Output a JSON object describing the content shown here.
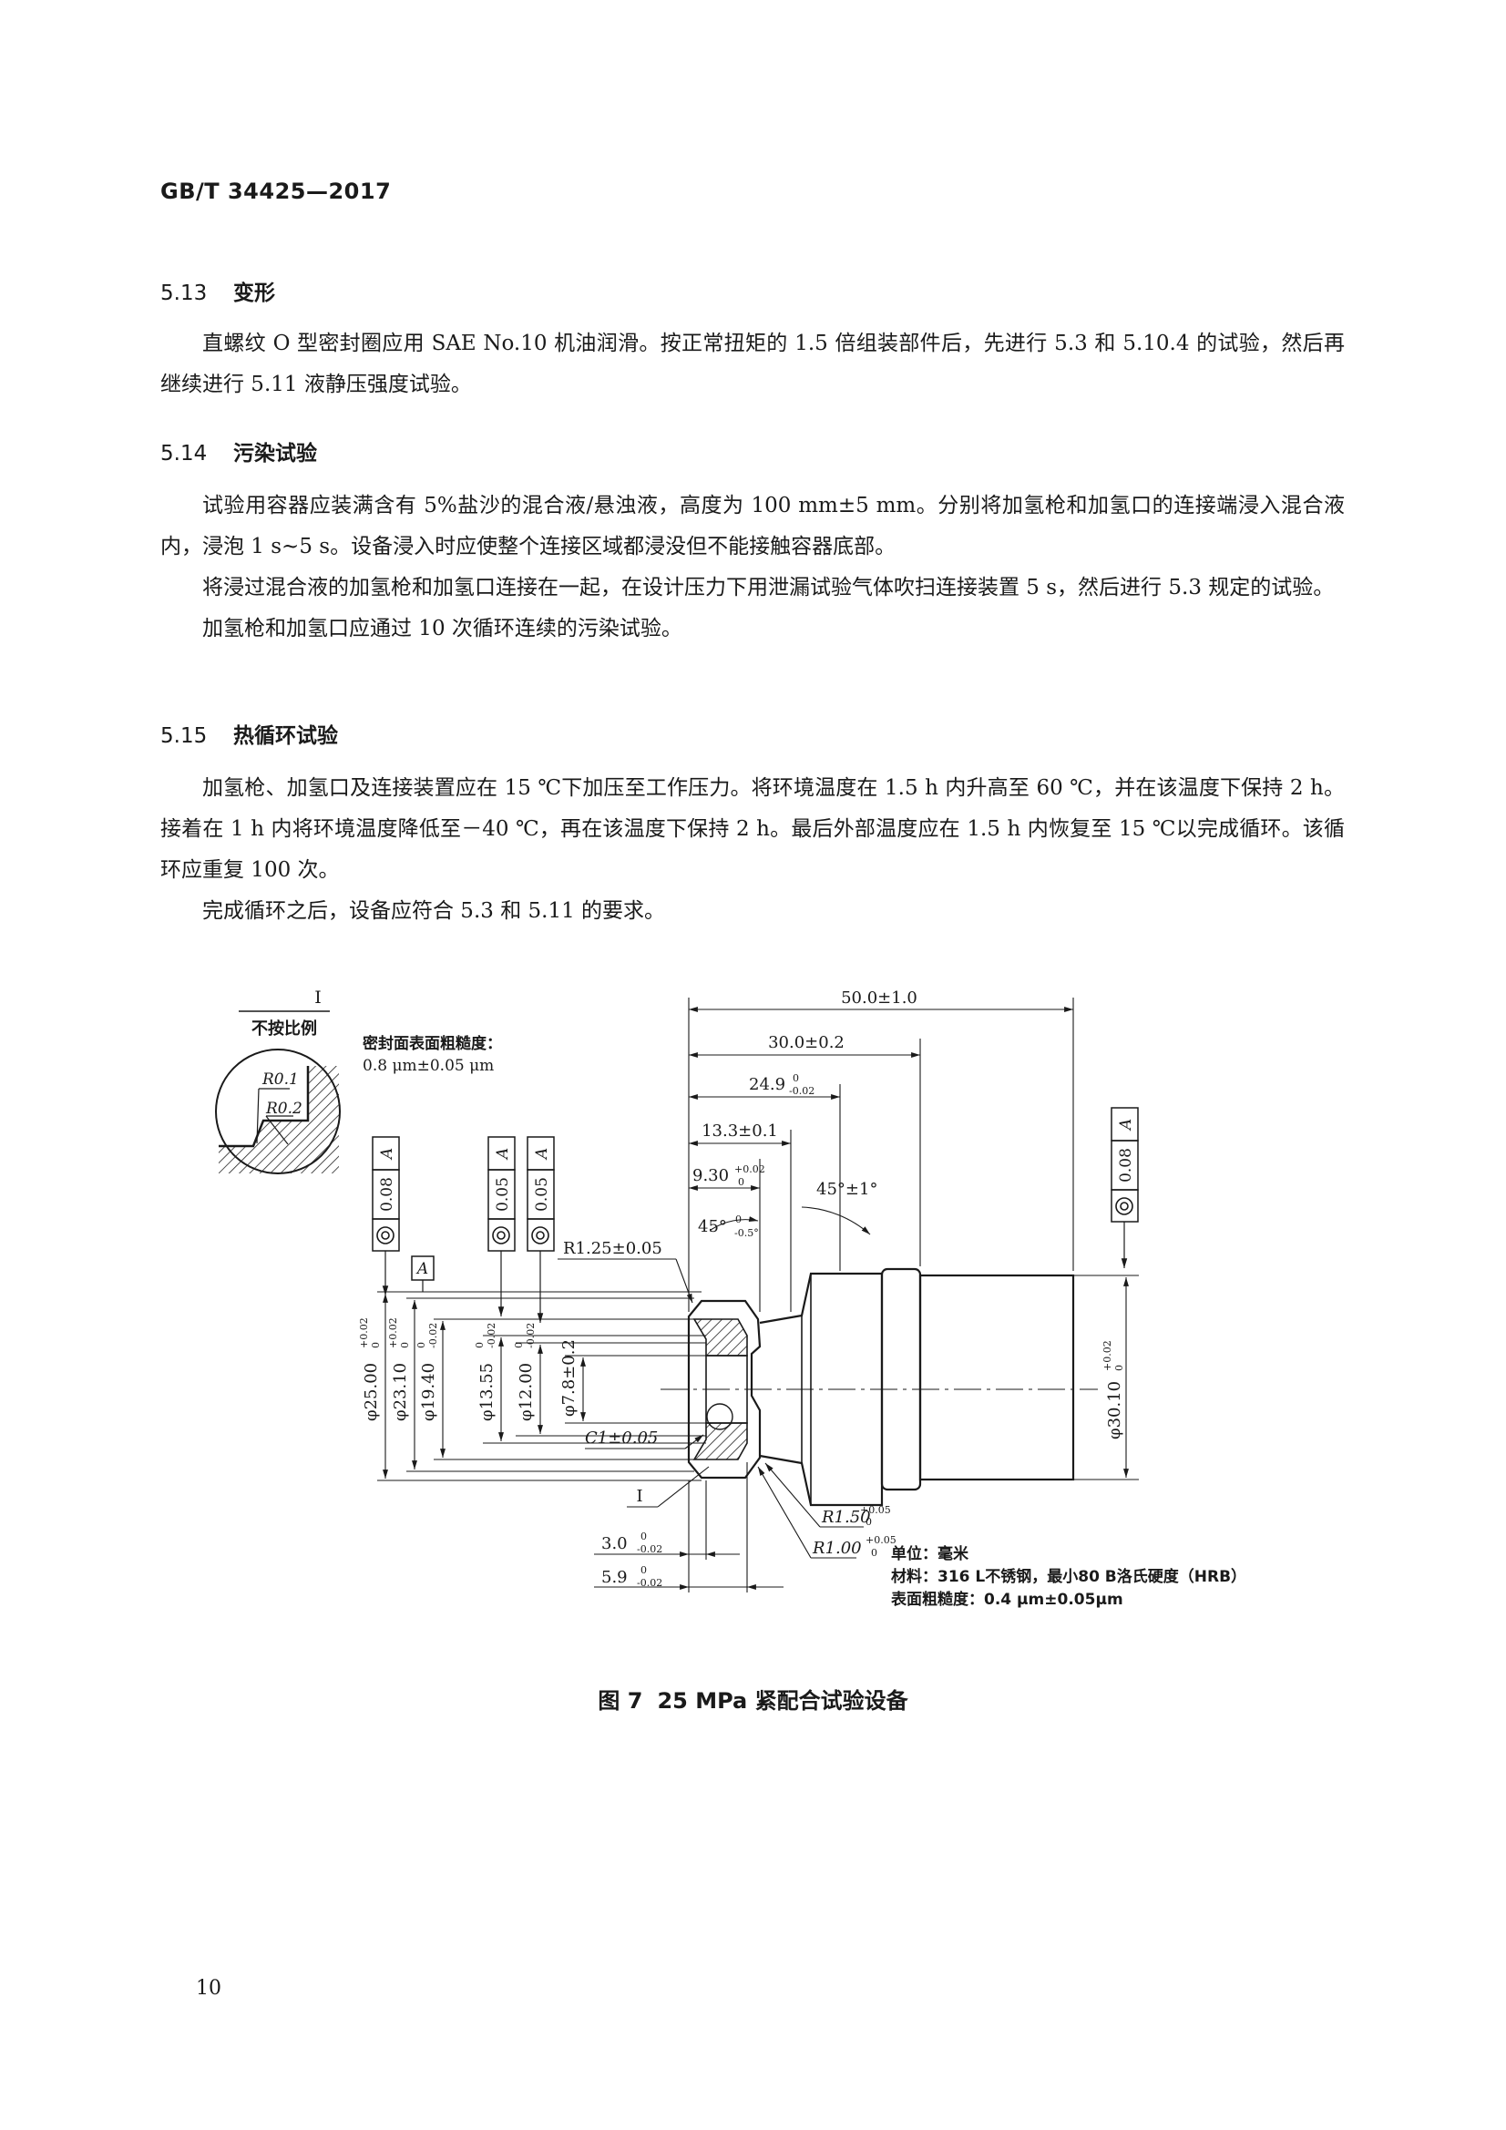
{
  "header": {
    "standard": "GB/T 34425—2017"
  },
  "sections": [
    {
      "number": "5.13",
      "title": "变形",
      "paragraphs": [
        "直螺纹 O 型密封圈应用 SAE No.10 机油润滑。按正常扭矩的 1.5 倍组装部件后，先进行 5.3 和 5.10.4 的试验，然后再继续进行 5.11 液静压强度试验。"
      ]
    },
    {
      "number": "5.14",
      "title": "污染试验",
      "paragraphs": [
        "试验用容器应装满含有 5%盐沙的混合液/悬浊液，高度为 100 mm±5 mm。分别将加氢枪和加氢口的连接端浸入混合液内，浸泡 1 s~5 s。设备浸入时应使整个连接区域都浸没但不能接触容器底部。",
        "将浸过混合液的加氢枪和加氢口连接在一起，在设计压力下用泄漏试验气体吹扫连接装置 5 s，然后进行 5.3 规定的试验。",
        "加氢枪和加氢口应通过 10 次循环连续的污染试验。"
      ]
    },
    {
      "number": "5.15",
      "title": "热循环试验",
      "paragraphs": [
        "加氢枪、加氢口及连接装置应在 15 ℃下加压至工作压力。将环境温度在 1.5 h 内升高至 60 ℃，并在该温度下保持 2 h。接着在 1 h 内将环境温度降低至－40 ℃，再在该温度下保持 2 h。最后外部温度应在 1.5 h 内恢复至 15 ℃以完成循环。该循环应重复 100 次。",
        "完成循环之后，设备应符合 5.3 和 5.11 的要求。"
      ]
    }
  ],
  "figure": {
    "detail_label": "I",
    "detail_scale": "不按比例",
    "detail_r1": "R0.1",
    "detail_r2": "R0.2",
    "seal_roughness_title": "密封面表面粗糙度：",
    "seal_roughness_value": "0.8 μm±0.05 μm",
    "datum": "A",
    "fcf_1": "0.08",
    "fcf_2": "0.05",
    "fcf_3": "0.05",
    "fcf_4": "0.08",
    "dim_len_total": "50.0±1.0",
    "dim_len_30": "30.0±0.2",
    "dim_len_249": "24.9",
    "dim_len_249_tol": "-0.02",
    "dim_len_133": "13.3±0.1",
    "dim_len_930": "9.30",
    "dim_len_930_tol": "+0.02",
    "angle_45_pm1": "45°±1°",
    "angle_45": "45°",
    "angle_45_tol": "-0.5°",
    "dim_r125": "R1.25±0.05",
    "dim_d2500": "φ25.00",
    "dim_d2500_tol": "+0.02",
    "dim_d2310": "φ23.10",
    "dim_d2310_tol": "+0.02",
    "dim_d1940": "φ19.40",
    "dim_d1940_tol": "-0.02",
    "dim_d1355": "φ13.55",
    "dim_d1355_tol": "-0.02",
    "dim_d1200": "φ12.00",
    "dim_d1200_tol": "-0.02",
    "dim_d78": "φ7.8±0.2",
    "dim_d3010": "φ30.10",
    "dim_d3010_tol": "+0.02",
    "dim_c1": "C1±0.05",
    "dim_r150": "R1.50",
    "dim_r150_tol": "+0.05",
    "dim_r100": "R1.00",
    "dim_r100_tol": "+0.05",
    "dim_30": "3.0",
    "dim_30_tol": "-0.02",
    "dim_59": "5.9",
    "dim_59_tol": "-0.02",
    "tol_zero": "0",
    "note_unit": "单位：毫米",
    "note_material": "材料：316 L不锈钢，最小80 B洛氏硬度（HRB）",
    "note_roughness": "表面粗糙度：0.4 μm±0.05μm",
    "caption_no": "图 7",
    "caption_title": "25 MPa 紧配合试验设备"
  },
  "page_number": "10"
}
